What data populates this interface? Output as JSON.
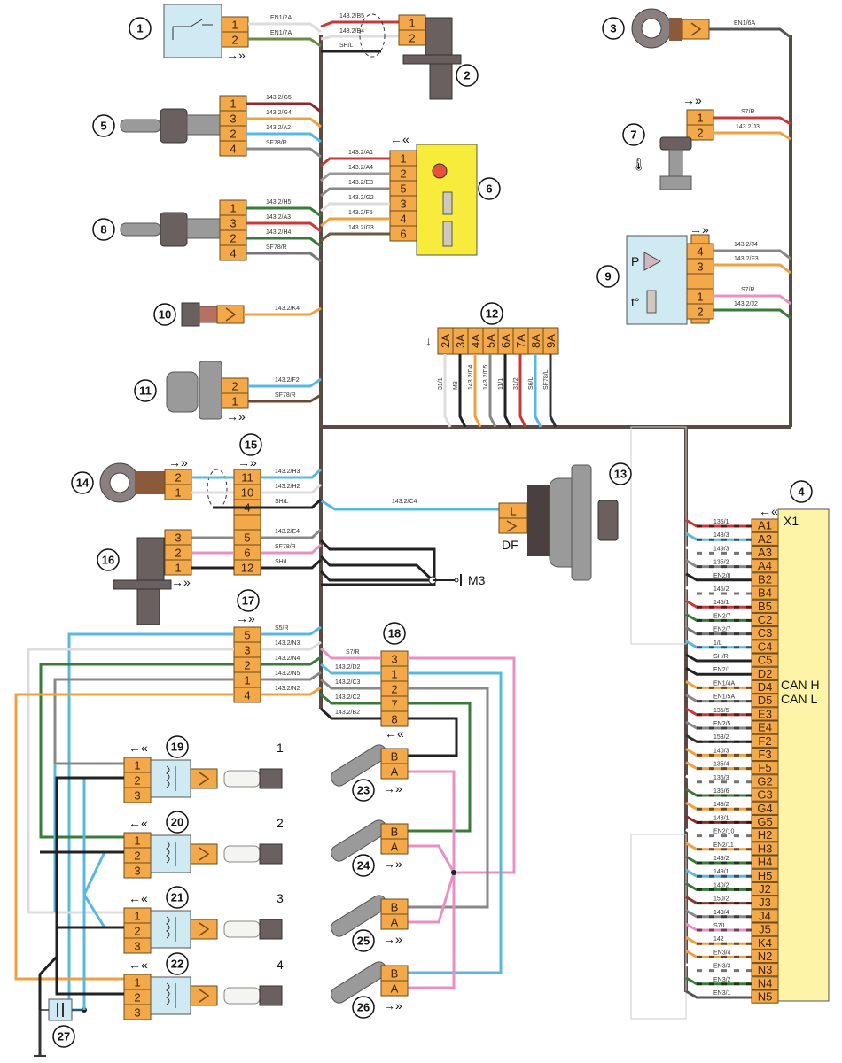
{
  "title": "Engine management wiring diagram",
  "colors": {
    "connector": "#f3a94a",
    "ecu_body": "#fdf4a8",
    "sensor_box": "#cfeaf2",
    "actuator_box": "#f7ec3c",
    "trunk": "#5a4a44"
  },
  "components": {
    "c1": {
      "number": "1",
      "pins": [
        "1",
        "2"
      ],
      "wires": [
        "EN1/2A",
        "EN1/7A"
      ]
    },
    "c2": {
      "number": "2",
      "pins": [
        "1",
        "2"
      ],
      "wires": [
        "143.2/B5",
        "143.2/B4",
        "SH/L"
      ]
    },
    "c3": {
      "number": "3",
      "wires": [
        "EN1/6A"
      ]
    },
    "c4": {
      "number": "4",
      "header": "X1",
      "can_h": "CAN H",
      "can_l": "CAN L"
    },
    "c5": {
      "number": "5",
      "pins": [
        "1",
        "3",
        "2",
        "4"
      ],
      "wires": [
        "143.2/G5",
        "143.2/G4",
        "143.2/A2",
        "SF78/R"
      ]
    },
    "c6": {
      "number": "6",
      "pins": [
        "1",
        "2",
        "5",
        "3",
        "4",
        "6"
      ],
      "wires": [
        "143.2/A1",
        "143.2/A4",
        "143.2/E3",
        "143.2/G2",
        "143.2/F5",
        "143.2/G3"
      ]
    },
    "c7": {
      "number": "7",
      "pins": [
        "1",
        "2"
      ],
      "wires": [
        "S7/R",
        "143.2/J3"
      ]
    },
    "c8": {
      "number": "8",
      "pins": [
        "1",
        "3",
        "2",
        "4"
      ],
      "wires": [
        "143.2/H5",
        "143.2/A3",
        "143.2/H4",
        "SF78/R"
      ]
    },
    "c9": {
      "number": "9",
      "pins": [
        "4",
        "3",
        "",
        "1",
        "2"
      ],
      "wires": [
        "143.2/J4",
        "143.2/F3",
        "S7/R",
        "143.2/J2"
      ],
      "p_label": "P",
      "t_label": "t°"
    },
    "c10": {
      "number": "10",
      "wires": [
        "143.2/K4"
      ]
    },
    "c11": {
      "number": "11",
      "pins": [
        "2",
        "1"
      ],
      "wires": [
        "143.2/F2",
        "SF78/R"
      ]
    },
    "c12": {
      "number": "12",
      "pins": [
        "2A",
        "3A",
        "4A",
        "5A",
        "6A",
        "7A",
        "8A",
        "9A"
      ],
      "wires": [
        "31/1",
        "M3",
        "143.2/D4",
        "143.2/D5",
        "11/1",
        "31/2",
        "S6/L",
        "SF78/L"
      ]
    },
    "c13": {
      "number": "13",
      "pins": [
        "L",
        ">"
      ],
      "wires": [
        "143.2/C4"
      ],
      "df_label": "DF"
    },
    "c14": {
      "number": "14",
      "pins": [
        "2",
        "1"
      ]
    },
    "c15": {
      "number": "15",
      "pins": [
        "11",
        "10",
        "4",
        "",
        "5",
        "6",
        "12"
      ],
      "wires": [
        "143.2/H3",
        "143.2/H2",
        "SH/L",
        "143.2/E4",
        "SF78/R",
        "SH/L"
      ]
    },
    "c16": {
      "number": "16",
      "pins": [
        "3",
        "2",
        "1"
      ]
    },
    "c17": {
      "number": "17",
      "pins": [
        "5",
        "3",
        "2",
        "1",
        "4"
      ],
      "wires": [
        "S5/R",
        "143.2/N3",
        "143.2/N4",
        "143.2/N5",
        "143.2/N2"
      ]
    },
    "c18": {
      "number": "18",
      "pins": [
        "3",
        "1",
        "2",
        "7",
        "8"
      ],
      "wires": [
        "S7/R",
        "143.2/D2",
        "143.2/C3",
        "143.2/C2",
        "143.2/B2"
      ]
    },
    "c19": {
      "number": "19",
      "pins": [
        "1",
        "2",
        "3"
      ],
      "plug": "1"
    },
    "c20": {
      "number": "20",
      "pins": [
        "1",
        "2",
        "3"
      ],
      "plug": "2"
    },
    "c21": {
      "number": "21",
      "pins": [
        "1",
        "2",
        "3"
      ],
      "plug": "3"
    },
    "c22": {
      "number": "22",
      "pins": [
        "1",
        "2",
        "3"
      ],
      "plug": "4"
    },
    "c23": {
      "number": "23",
      "pins": [
        "B",
        "A"
      ]
    },
    "c24": {
      "number": "24",
      "pins": [
        "B",
        "A"
      ]
    },
    "c25": {
      "number": "25",
      "pins": [
        "B",
        "A"
      ]
    },
    "c26": {
      "number": "26",
      "pins": [
        "B",
        "A"
      ]
    },
    "c27": {
      "number": "27"
    },
    "ground": {
      "label": "M3"
    }
  },
  "ecu_pins": [
    {
      "pin": "A1",
      "wire": "135/1"
    },
    {
      "pin": "A2",
      "wire": "148/3"
    },
    {
      "pin": "A3",
      "wire": "149/3"
    },
    {
      "pin": "A4",
      "wire": "135/2"
    },
    {
      "pin": "B2",
      "wire": "EN2/8"
    },
    {
      "pin": "B4",
      "wire": "145/2"
    },
    {
      "pin": "B5",
      "wire": "145/1"
    },
    {
      "pin": "C2",
      "wire": "EN2/7"
    },
    {
      "pin": "C3",
      "wire": "EN2/7"
    },
    {
      "pin": "C4",
      "wire": "1/L"
    },
    {
      "pin": "C5",
      "wire": "SH/R"
    },
    {
      "pin": "D2",
      "wire": "EN2/1"
    },
    {
      "pin": "D4",
      "wire": "EN1/4A"
    },
    {
      "pin": "D5",
      "wire": "EN1/5A"
    },
    {
      "pin": "E3",
      "wire": "135/5"
    },
    {
      "pin": "E4",
      "wire": "EN2/5"
    },
    {
      "pin": "F2",
      "wire": "153/2"
    },
    {
      "pin": "F3",
      "wire": "140/3"
    },
    {
      "pin": "F5",
      "wire": "135/4"
    },
    {
      "pin": "G2",
      "wire": "135/3"
    },
    {
      "pin": "G3",
      "wire": "135/6"
    },
    {
      "pin": "G4",
      "wire": "148/2"
    },
    {
      "pin": "G5",
      "wire": "148/1"
    },
    {
      "pin": "H2",
      "wire": "EN2/10"
    },
    {
      "pin": "H3",
      "wire": "EN2/11"
    },
    {
      "pin": "H4",
      "wire": "149/2"
    },
    {
      "pin": "H5",
      "wire": "149/1"
    },
    {
      "pin": "J2",
      "wire": "140/2"
    },
    {
      "pin": "J3",
      "wire": "150/2"
    },
    {
      "pin": "J4",
      "wire": "140/4"
    },
    {
      "pin": "J5",
      "wire": "S7/L"
    },
    {
      "pin": "K4",
      "wire": "142"
    },
    {
      "pin": "N2",
      "wire": "EN3/4"
    },
    {
      "pin": "N3",
      "wire": "EN3/3"
    },
    {
      "pin": "N4",
      "wire": "EN3/2"
    },
    {
      "pin": "N5",
      "wire": "EN3/1"
    }
  ],
  "ecu_wire_colors": [
    "#c83838",
    "#5ab8e0",
    "#ffffff",
    "#888888",
    "#222222",
    "#ffffff",
    "#c83838",
    "#3a7a3a",
    "#777777",
    "#5ab8e0",
    "#222222",
    "#222222",
    "#f0a040",
    "#888888",
    "#c83838",
    "#888888",
    "#333333",
    "#f0a040",
    "#f0a040",
    "#ffffff",
    "#3a7a3a",
    "#f0a040",
    "#8a2a2a",
    "#ffffff",
    "#f0a040",
    "#3a7a3a",
    "#5ab8e0",
    "#3a7a3a",
    "#8a3a2a",
    "#888888",
    "#e890c0",
    "#f0a040",
    "#f0a040",
    "#ffffff",
    "#3a7a3a",
    "#555555"
  ]
}
